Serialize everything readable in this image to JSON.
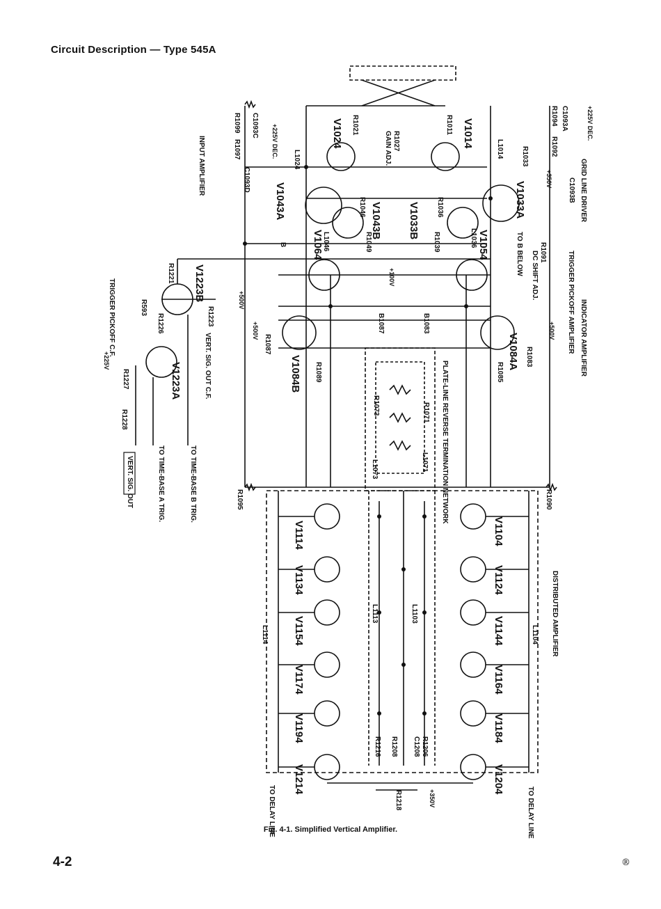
{
  "header": {
    "title": "Circuit Description — Type 545A"
  },
  "figure": {
    "caption": "Fig. 4-1. Simplified Vertical Amplifier."
  },
  "page": {
    "number": "4-2",
    "logo": "®"
  },
  "sections": {
    "input_amplifier": "INPUT AMPLIFIER",
    "grid_line_driver": "GRID LINE DRIVER",
    "trigger_pickoff_amplifier": "TRIGGER PICKOFF AMPLIFIER",
    "indicator_amplifier": "INDICATOR AMPLIFIER",
    "plate_line_network": "PLATE-LINE REVERSE TERMINATION NETWORK",
    "distributed_amplifier": "DISTRIBUTED AMPLIFIER",
    "trigger_pickoff_cf": "TRIGGER PICKOFF C.F.",
    "vert_sig_out_cf": "VERT. SIG. OUT C.F."
  },
  "tubes": {
    "v1024": "V1024",
    "v1014": "V1014",
    "v1043a": "V1043A",
    "v1043b": "V1043B",
    "v1033a": "V1033A",
    "v1033b": "V1033B",
    "v1064": "V1064",
    "v1054": "V1054",
    "v1084b": "V1084B",
    "v1084a": "V1084A",
    "v1223b": "V1223B",
    "v1223a": "V1223A",
    "v1114": "V1114",
    "v1134": "V1134",
    "v1154": "V1154",
    "v1174": "V1174",
    "v1194": "V1194",
    "v1214": "V1214",
    "v1104": "V1104",
    "v1124": "V1124",
    "v1144": "V1144",
    "v1164": "V1164",
    "v1184": "V1184",
    "v1204": "V1204"
  },
  "components": {
    "c1093a": "C1093A",
    "c1093b": "C1093B",
    "c1093c": "C1093C",
    "c1093d": "C1093D",
    "r1094": "R1094",
    "r1092": "R1092",
    "r1099": "R1099",
    "r1097": "R1097",
    "r1021": "R1021",
    "r1011": "R1011",
    "r1027": "R1027",
    "gain_adj": "GAIN ADJ.",
    "r1033": "R1033",
    "l1014": "L1014",
    "l1024": "L1024",
    "r1036": "R1036",
    "r1046": "R1046",
    "r1039": "R1039",
    "r1049": "R1049",
    "l1036": "L1036",
    "l1046": "L1046",
    "r1091": "R1091",
    "dc_shift_adj": "DC SHIFT ADJ.",
    "to_b_below": "TO B BELOW",
    "b": "B",
    "b1083": "B1083",
    "b1087": "B1087",
    "r1083": "R1083",
    "r1085": "R1085",
    "r1087": "R1087",
    "r1089": "R1089",
    "r1071": "R1071",
    "r1073": "R1073",
    "l1071": "L1071",
    "l1073": "L1073",
    "r1221": "R1221",
    "r1223": "R1223",
    "r1226": "R1226",
    "r593": "R593",
    "r1227": "R1227",
    "r1228": "R1228",
    "r1090": "R1090",
    "r1095": "R1095",
    "l1104": "L1104",
    "l1114": "L1114",
    "l1103": "L1103",
    "l1113": "L1113",
    "r1206": "R1206",
    "c1208": "C1208",
    "r1208": "R1208",
    "r1216": "R1216",
    "r1218": "R1218"
  },
  "voltages": {
    "plus225_dec_top": "+225V DEC.",
    "plus225_dec_bottom": "+225V DEC.",
    "plus350_top": "+350V",
    "plus350_bottom": "+350V",
    "plus100": "+100V",
    "plus500_a": "+500V",
    "plus500_b": "+500V",
    "plus500_c": "+500V",
    "plus225": "+225V"
  },
  "outputs": {
    "to_time_base_a": "TO TIME-BASE A TRIG.",
    "to_time_base_b": "TO TIME-BASE B TRIG.",
    "vert_sig_out": "VERT. SIG. OUT",
    "to_delay_line_left": "TO DELAY LINE",
    "to_delay_line_right": "TO DELAY LINE"
  }
}
